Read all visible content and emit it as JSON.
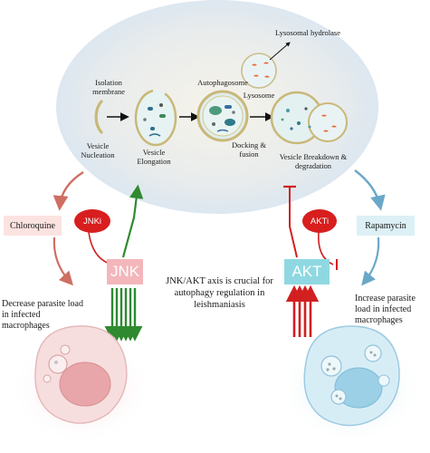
{
  "pathway": {
    "isolation_membrane": "Isolation membrane",
    "vesicle_nucleation": "Vesicle Nucleation",
    "vesicle_elongation": "Vesicle Elongation",
    "autophagosome": "Autophagosome",
    "lysosomal_hydrolase": "Lysosomal hydrolase",
    "lysosome": "Lysosome",
    "docking_fusion": "Docking & fusion",
    "vesicle_breakdown": "Vesicle Breakdown & degradation"
  },
  "left": {
    "drug": "Chloroquine",
    "inhibitor": "JNKi",
    "kinase": "JNK",
    "outcome": "Decrease parasite load in infected macrophages"
  },
  "right": {
    "drug": "Rapamycin",
    "inhibitor": "AKTi",
    "kinase": "AKT",
    "outcome": "Increase parasite load in infected macrophages"
  },
  "center_text": "JNK/AKT axis is crucial for autophagy regulation in leishmaniasis",
  "colors": {
    "left_accent": "#cf6e63",
    "right_accent": "#6aa8c8",
    "activation_green": "#2f8a2f",
    "inhibition_red": "#d21f1f",
    "inhibitor_oval": "#d81e1e",
    "jnk_box": "#f3b6bb",
    "akt_box": "#8fd8e2",
    "chloroquine_box": "#fbe3e1",
    "rapamycin_box": "#dcf0f6"
  }
}
